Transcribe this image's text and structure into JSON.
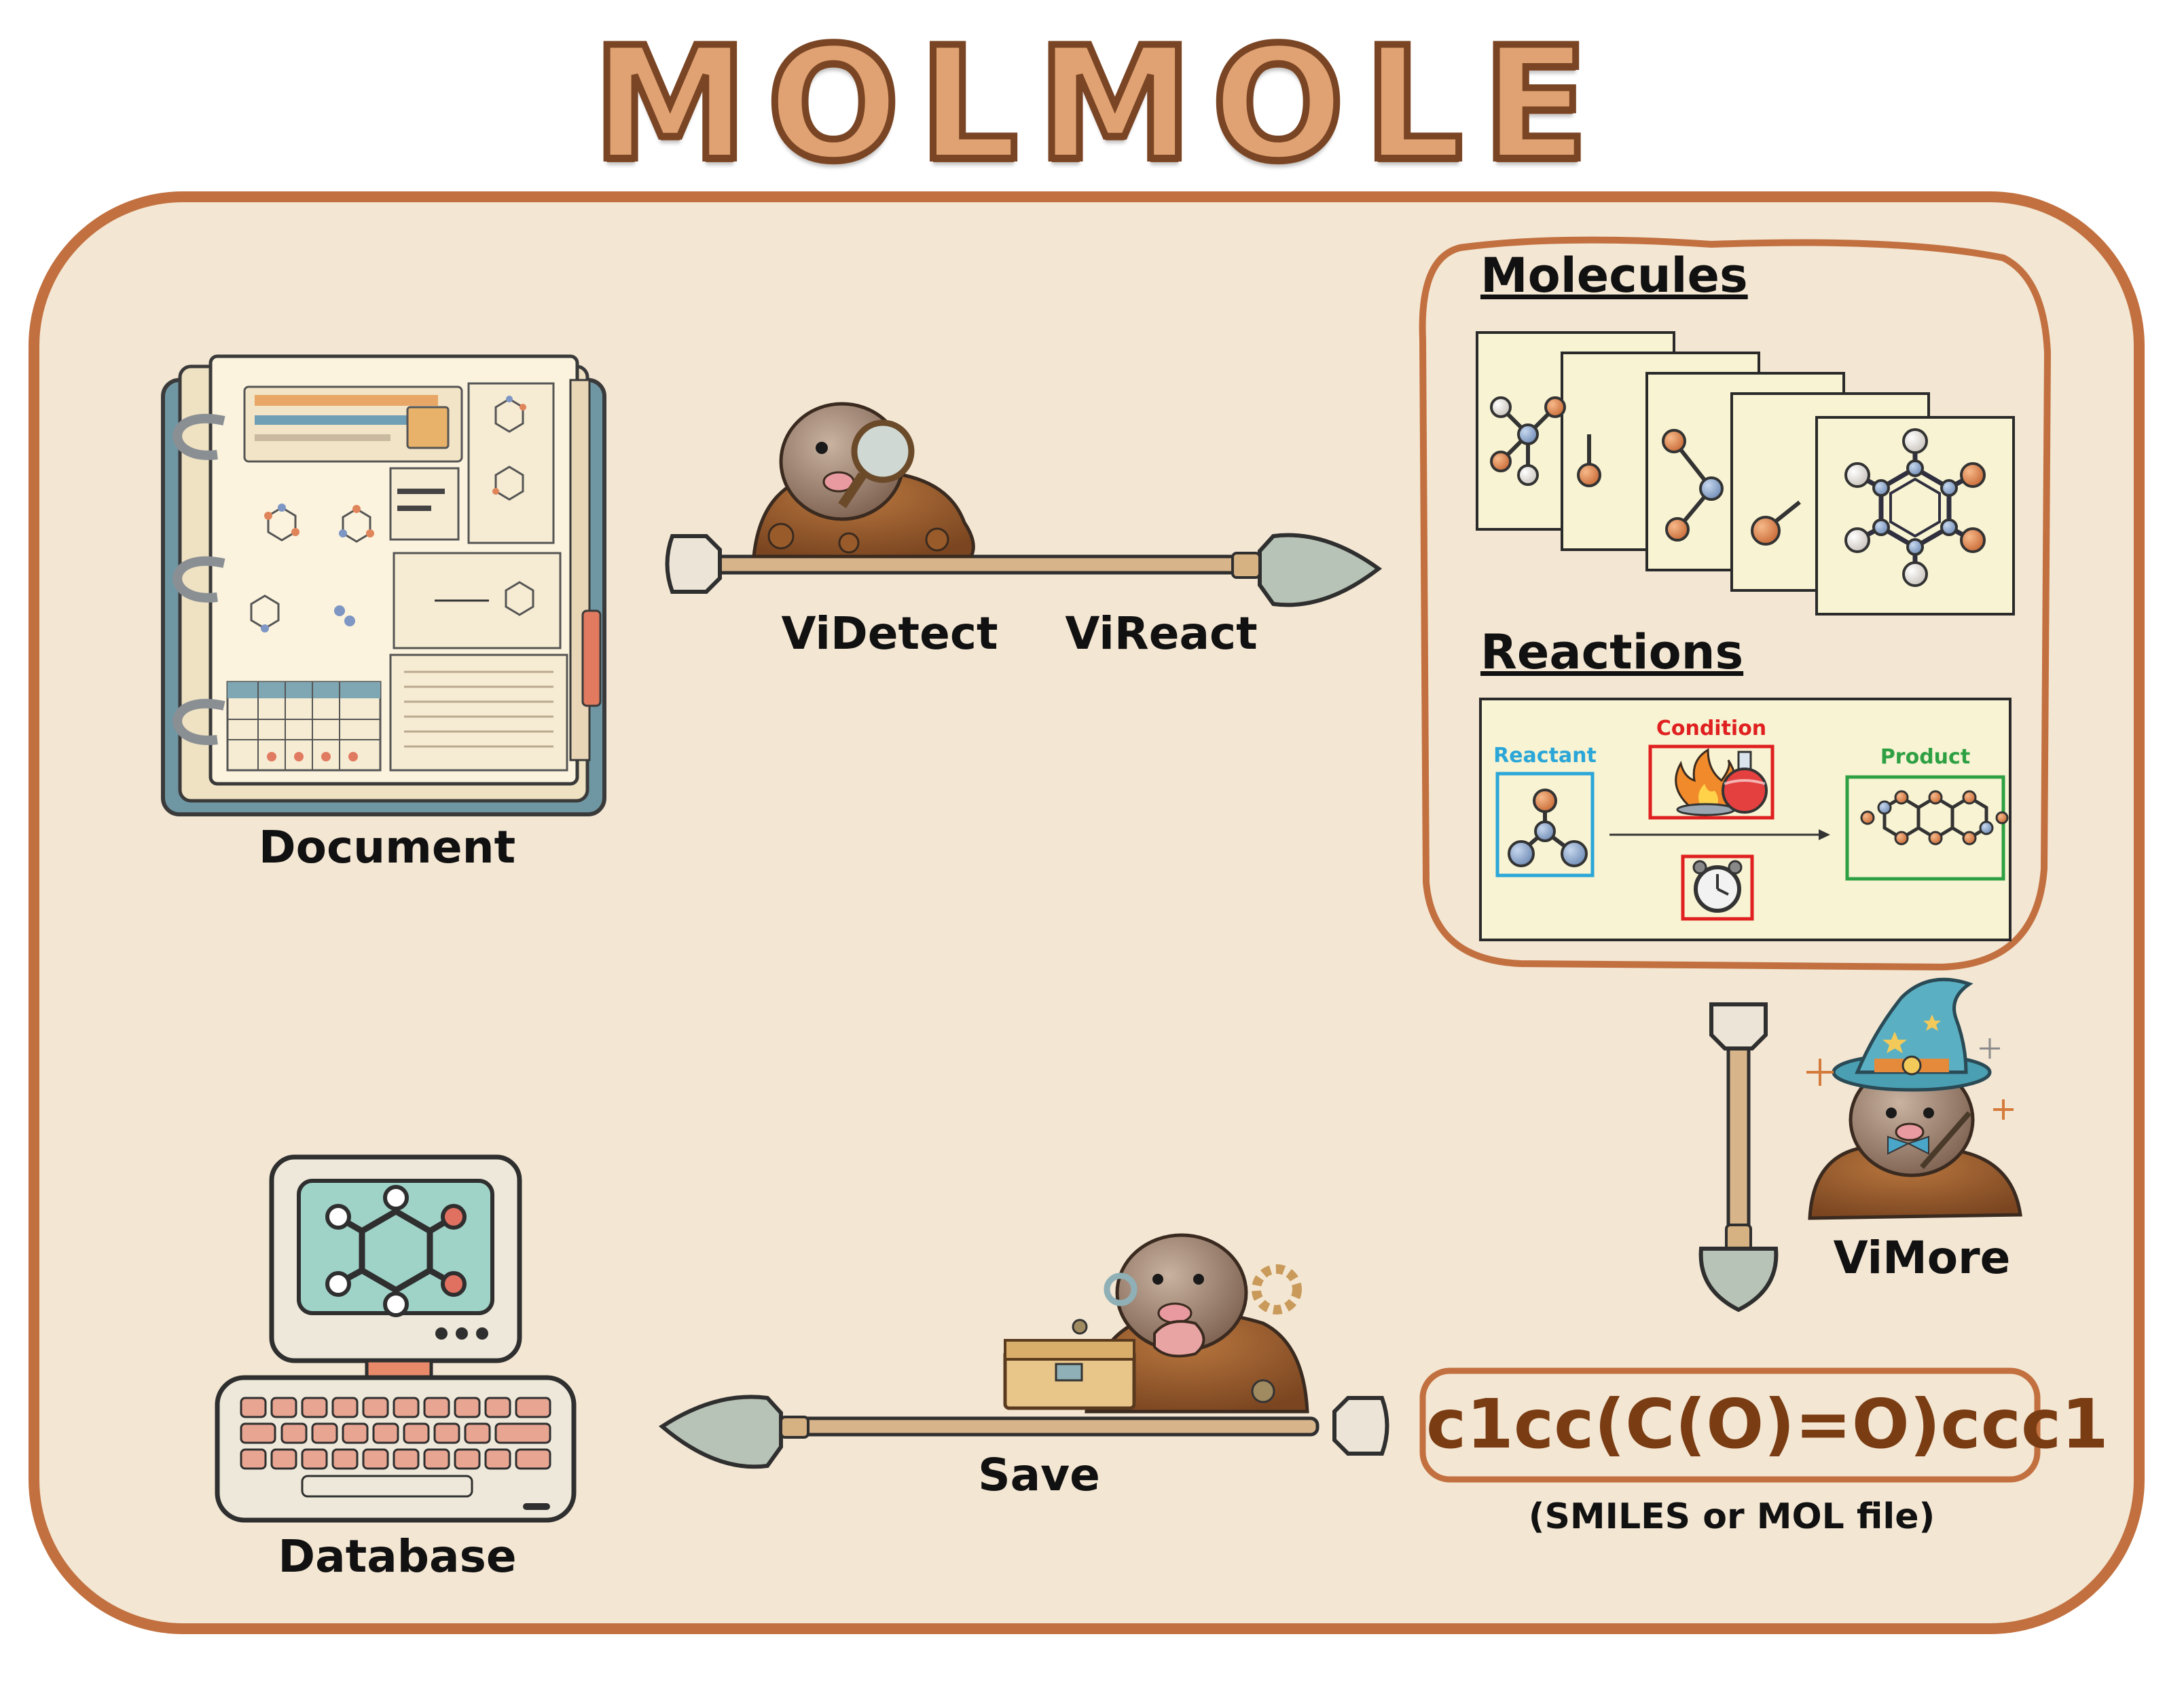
{
  "title": "MOLMOLE",
  "steps": {
    "detect": "ViDetect",
    "react": "ViReact",
    "more": "ViMore",
    "save": "Save"
  },
  "nodes": {
    "document": "Document",
    "database": "Database"
  },
  "outputs": {
    "molecules_header": "Molecules",
    "reactions_header": "Reactions",
    "reactant": "Reactant",
    "condition": "Condition",
    "product": "Product"
  },
  "smiles": {
    "value": "c1cc(C(O)=O)ccc1",
    "note": "(SMILES or MOL file)"
  },
  "colors": {
    "background": "#f3e6d3",
    "border": "#c2703f",
    "reactant": "#2aa6d8",
    "condition": "#e02020",
    "product": "#2ea043"
  }
}
